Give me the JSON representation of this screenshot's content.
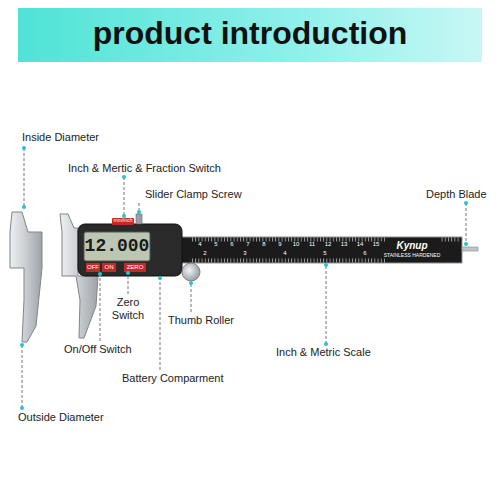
{
  "diagram": {
    "title": "product introduction",
    "labels": [
      "Inside Diameter",
      "Inch & Mertic & Fraction Switch",
      "Slider Clamp Screw",
      "Depth Blade",
      "Zero Switch",
      "Thumb Roller",
      "On/Off Switch",
      "Battery Comparment",
      "Inch & Metric Scale",
      "Outside Diameter",
      "12.000",
      "OFF",
      "ON",
      "ZERO",
      "Kynup",
      "STAINLESS HARDENED",
      "mm/inch",
      "4",
      "5",
      "6",
      "7",
      "8",
      "9",
      "10",
      "11",
      "12",
      "13",
      "14",
      "15",
      "2",
      "3",
      "4",
      "5",
      "6"
    ]
  }
}
